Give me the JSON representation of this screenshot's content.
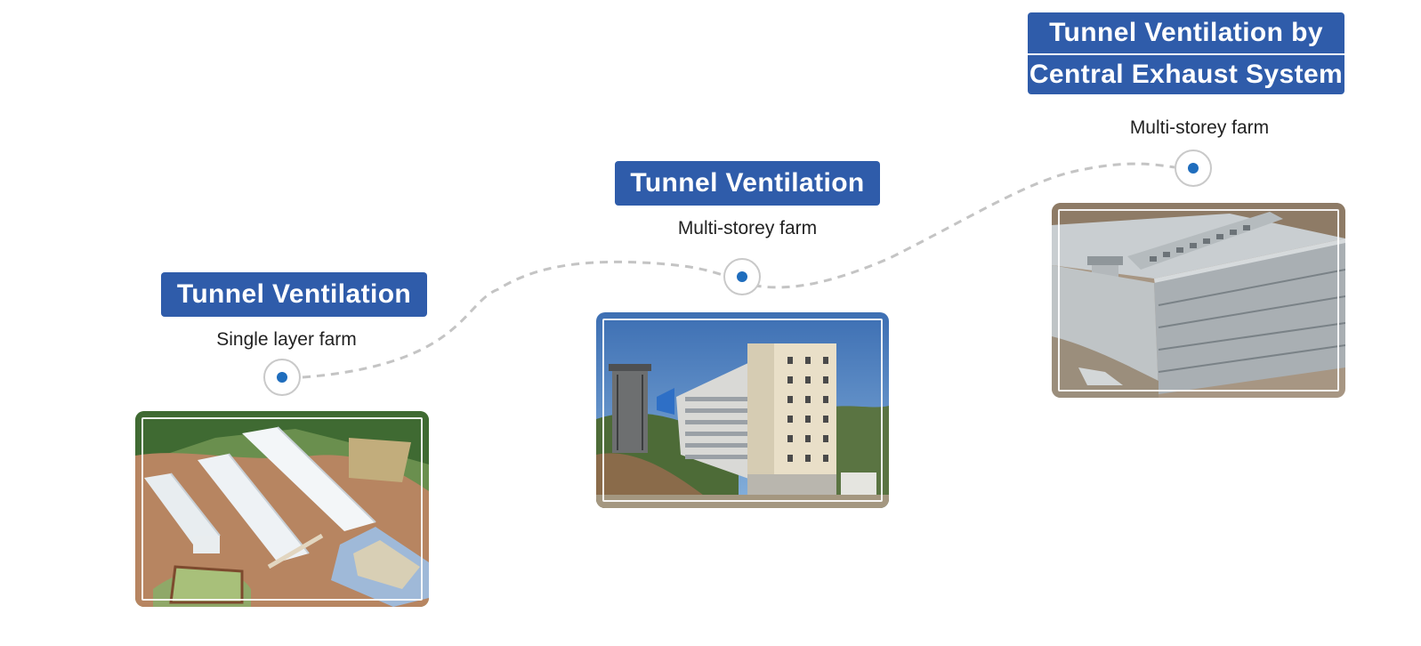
{
  "stages": [
    {
      "title": "Tunnel Ventilation",
      "subtitle": "Single layer farm",
      "photo_icon": "aerial-farm-photo"
    },
    {
      "title": "Tunnel Ventilation",
      "subtitle": "Multi-storey farm",
      "photo_icon": "multistorey-building-photo"
    },
    {
      "title_line_1": "Tunnel Ventilation by",
      "title_line_2": "Central Exhaust System",
      "subtitle": "Multi-storey farm",
      "photo_icon": "central-exhaust-building-photo"
    }
  ],
  "colors": {
    "badge": "#2f5caa",
    "node_dot": "#1f6dbd",
    "path": "#c4c4c4"
  }
}
